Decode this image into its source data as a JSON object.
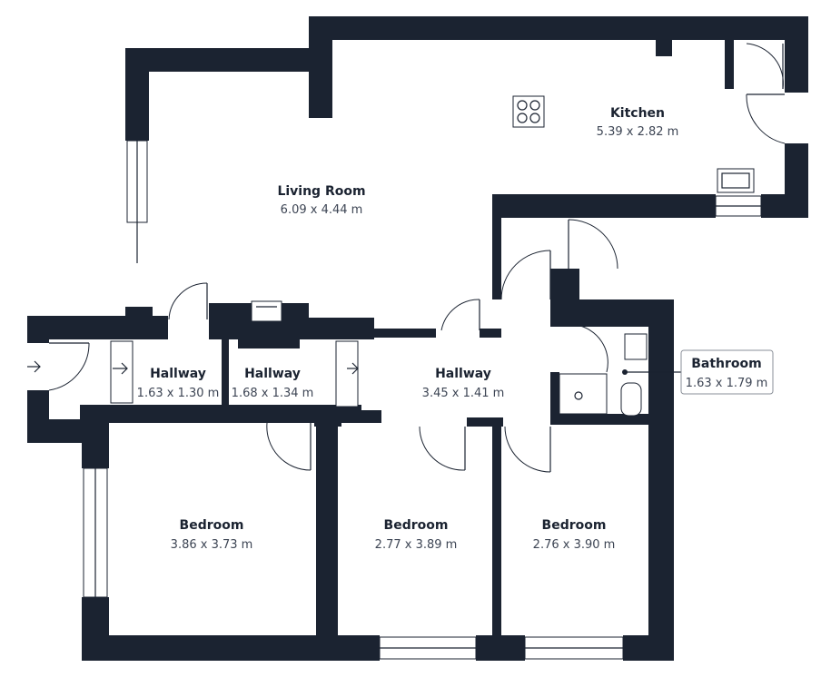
{
  "rooms": {
    "living_room": {
      "name": "Living Room",
      "dims": "6.09 x 4.44 m"
    },
    "kitchen": {
      "name": "Kitchen",
      "dims": "5.39 x 2.82 m"
    },
    "hallway_1": {
      "name": "Hallway",
      "dims": "1.63 x 1.30 m"
    },
    "hallway_2": {
      "name": "Hallway",
      "dims": "1.68 x 1.34 m"
    },
    "hallway_3": {
      "name": "Hallway",
      "dims": "3.45 x 1.41 m"
    },
    "bathroom": {
      "name": "Bathroom",
      "dims": "1.63 x 1.79 m"
    },
    "bedroom_1": {
      "name": "Bedroom",
      "dims": "3.86 x 3.73 m"
    },
    "bedroom_2": {
      "name": "Bedroom",
      "dims": "2.77 x 3.89 m"
    },
    "bedroom_3": {
      "name": "Bedroom",
      "dims": "2.76 x 3.90 m"
    }
  },
  "icons": [
    "entrance-arrow-icon",
    "hob-icon",
    "sink-icon",
    "shower-icon",
    "toilet-icon"
  ],
  "colors": {
    "wall": "#1b2331",
    "background": "#ffffff",
    "label_border": "#8a8f98"
  }
}
